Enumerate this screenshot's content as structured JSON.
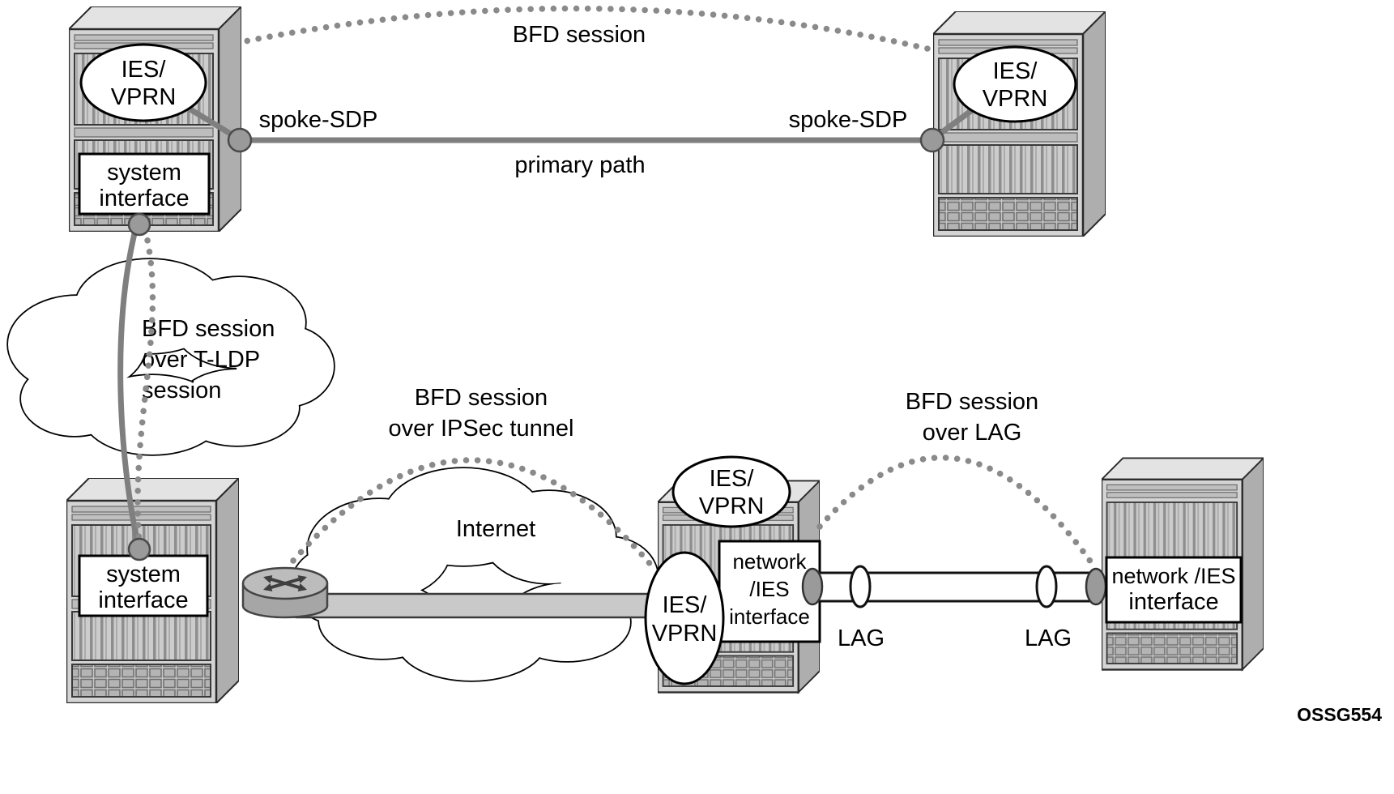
{
  "watermark": "OSSG554",
  "colors": {
    "line_gray": "#7f7f7f",
    "dot_gray": "#8a8a8a",
    "connector_fill": "#9a9a9a",
    "cloud_white": "#ffffff",
    "chassis_gray": "#d4d4d4"
  },
  "top": {
    "bfd_label": "BFD session",
    "spoke_sdp_left": "spoke-SDP",
    "spoke_sdp_right": "spoke-SDP",
    "primary_path": "primary path",
    "left_router": {
      "service_l1": "IES/",
      "service_l2": "VPRN",
      "iface_l1": "system",
      "iface_l2": "interface"
    },
    "right_router": {
      "service_l1": "IES/",
      "service_l2": "VPRN"
    }
  },
  "left": {
    "cloud_l1": "BFD session",
    "cloud_l2": "over T-LDP",
    "cloud_l3": "session",
    "bottom_router": {
      "iface_l1": "system",
      "iface_l2": "interface"
    }
  },
  "bottom": {
    "ipsec_l1": "BFD session",
    "ipsec_l2": "over IPSec tunnel",
    "internet": "Internet",
    "middle_router": {
      "service_top_l1": "IES/",
      "service_top_l2": "VPRN",
      "service_side_l1": "IES/",
      "service_side_l2": "VPRN",
      "iface_l1": "network",
      "iface_l2": "/IES",
      "iface_l3": "interface"
    },
    "lag_left": "LAG",
    "lag_right": "LAG",
    "lag_arc_l1": "BFD session",
    "lag_arc_l2": "over LAG",
    "right_router": {
      "iface_l1": "network /IES",
      "iface_l2": "interface"
    }
  }
}
